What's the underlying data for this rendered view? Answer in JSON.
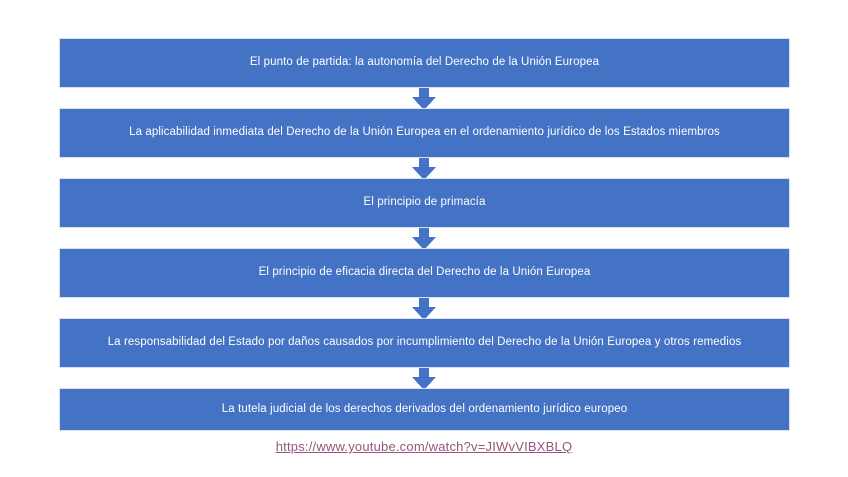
{
  "diagram": {
    "title_text": "",
    "colors": {
      "box_fill": "#4472C4",
      "box_border": "#D9E2F3",
      "box_text": "#FFFFFF",
      "arrow_fill": "#4472C4",
      "link_text": "#96557C",
      "background": "#FFFFFF"
    },
    "steps": [
      {
        "label": "El punto de partida: la autonomía del Derecho de la Unión Europea"
      },
      {
        "label": "La aplicabilidad inmediata del Derecho de la Unión Europea en el ordenamiento jurídico de los Estados miembros"
      },
      {
        "label": "El principio de primacía"
      },
      {
        "label": "El principio de eficacia directa del Derecho de la Unión Europea"
      },
      {
        "label": "La responsabilidad del Estado por daños causados por incumplimiento del Derecho de la Unión Europea y otros remedios"
      },
      {
        "label": "La tutela judicial de los derechos derivados del ordenamiento jurídico europeo"
      }
    ],
    "arrows": [
      {
        "name": "arrow-1"
      },
      {
        "name": "arrow-2"
      },
      {
        "name": "arrow-3"
      },
      {
        "name": "arrow-4"
      },
      {
        "name": "arrow-5"
      }
    ],
    "link": {
      "text": "https://www.youtube.com/watch?v=JIWvVIBXBLQ"
    }
  }
}
